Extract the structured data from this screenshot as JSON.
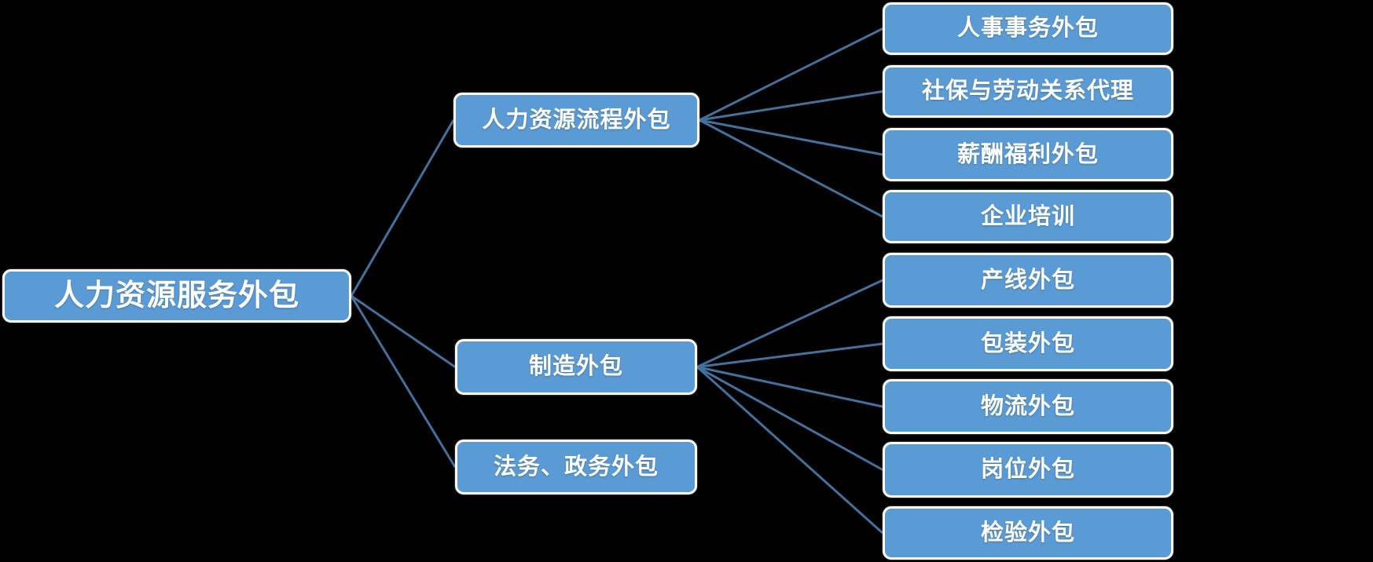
{
  "diagram": {
    "description": "人力资源服务外包分类图",
    "colors": {
      "background": "#000000",
      "node_fill": "#5B9BD5",
      "node_border": "#FFFFFF",
      "node_text": "#FFFFFF",
      "connector": "#41719C"
    },
    "nodes": [
      {
        "id": "root",
        "level": "root",
        "label": "人力资源服务外包"
      },
      {
        "id": "hr-process",
        "level": "branch",
        "label": "人力资源流程外包"
      },
      {
        "id": "manufacturing",
        "level": "branch",
        "label": "制造外包"
      },
      {
        "id": "legal-gov",
        "level": "branch",
        "label": "法务、政务外包"
      },
      {
        "id": "personnel-affairs",
        "level": "leaf",
        "label": "人事事务外包"
      },
      {
        "id": "social-security",
        "level": "leaf",
        "label": "社保与劳动关系代理"
      },
      {
        "id": "payroll-benefits",
        "level": "leaf",
        "label": "薪酬福利外包"
      },
      {
        "id": "corporate-training",
        "level": "leaf",
        "label": "企业培训"
      },
      {
        "id": "production-line",
        "level": "leaf",
        "label": "产线外包"
      },
      {
        "id": "packaging",
        "level": "leaf",
        "label": "包装外包"
      },
      {
        "id": "logistics",
        "level": "leaf",
        "label": "物流外包"
      },
      {
        "id": "position",
        "level": "leaf",
        "label": "岗位外包"
      },
      {
        "id": "inspection",
        "level": "leaf",
        "label": "检验外包"
      }
    ],
    "edges": [
      {
        "from": "root",
        "to": "hr-process"
      },
      {
        "from": "root",
        "to": "manufacturing"
      },
      {
        "from": "root",
        "to": "legal-gov"
      },
      {
        "from": "hr-process",
        "to": "personnel-affairs"
      },
      {
        "from": "hr-process",
        "to": "social-security"
      },
      {
        "from": "hr-process",
        "to": "payroll-benefits"
      },
      {
        "from": "hr-process",
        "to": "corporate-training"
      },
      {
        "from": "manufacturing",
        "to": "production-line"
      },
      {
        "from": "manufacturing",
        "to": "packaging"
      },
      {
        "from": "manufacturing",
        "to": "logistics"
      },
      {
        "from": "manufacturing",
        "to": "position"
      },
      {
        "from": "manufacturing",
        "to": "inspection"
      }
    ]
  }
}
